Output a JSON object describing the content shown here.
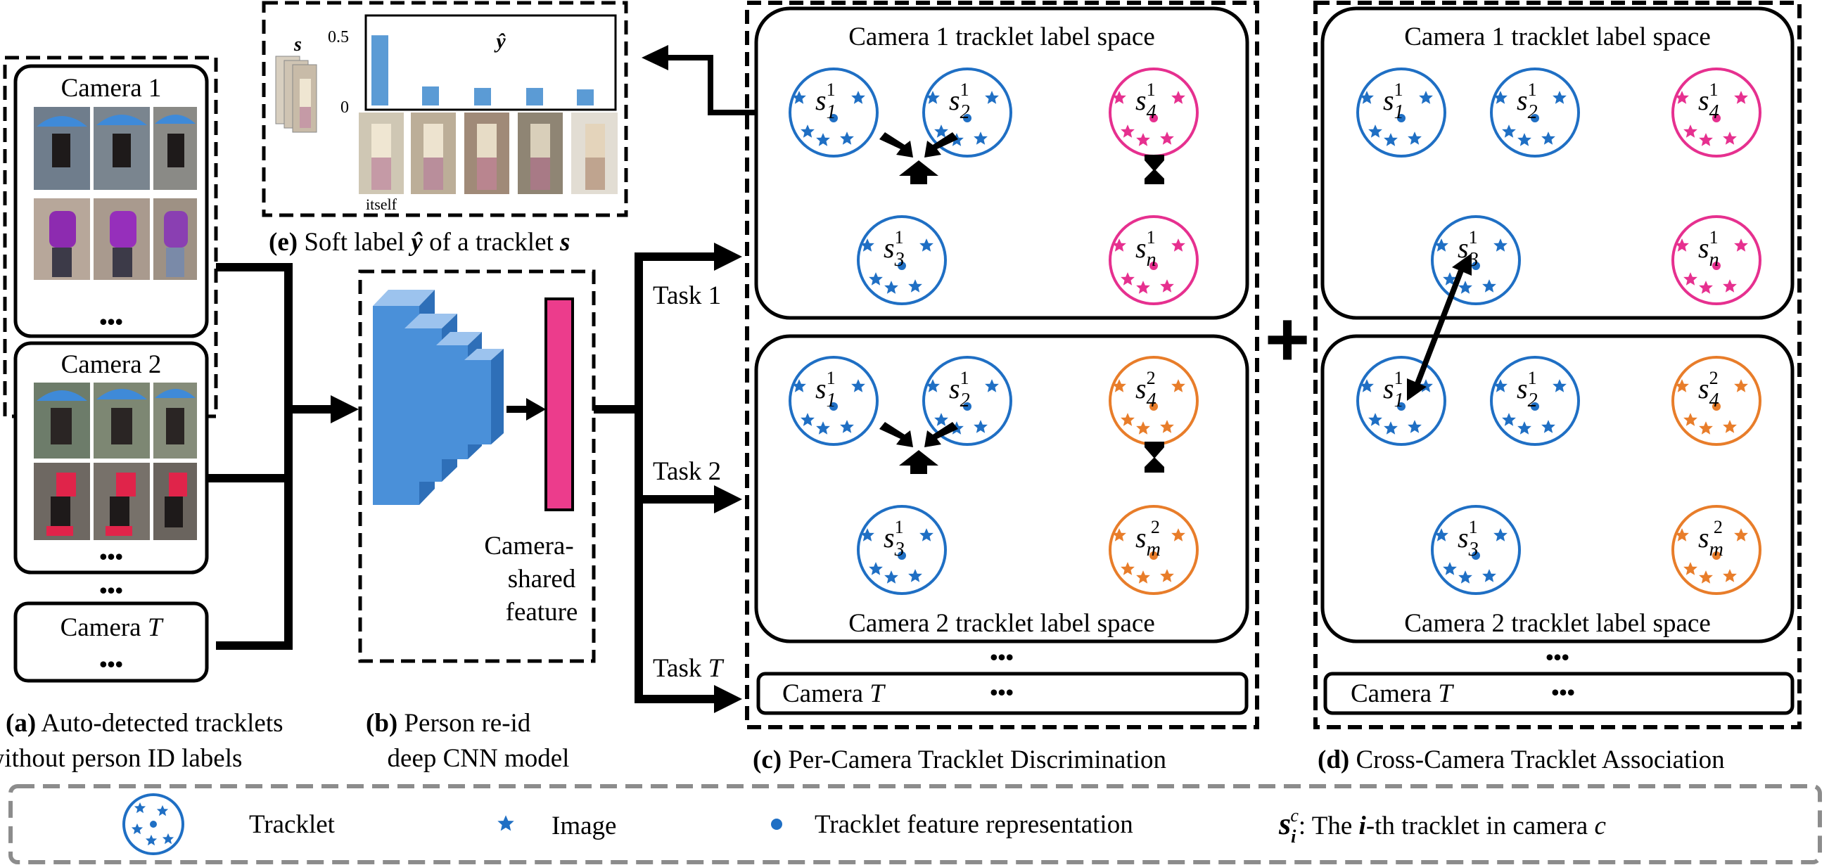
{
  "colors": {
    "blue": "#1f6fc4",
    "pink": "#e6308f",
    "orange": "#e87d2a",
    "bar": "#5b9bd5",
    "cnn": "#4a90d9",
    "feature": "#ec3c8c",
    "legend_border": "#8c8c8c"
  },
  "panel_a": {
    "groups": [
      {
        "title": "Camera 1",
        "dots": "•••"
      },
      {
        "title": "Camera 2",
        "dots": "•••"
      }
    ],
    "between_dots": "•••",
    "camera_t": {
      "prefix": "Camera ",
      "var": "T",
      "dots": "•••"
    },
    "caption_bold": "(a)",
    "caption_line1": " Auto-detected tracklets",
    "caption_line2": "without person ID labels"
  },
  "panel_b": {
    "feature_label": [
      "Camera-",
      "shared",
      "feature"
    ],
    "caption_bold": "(b)",
    "caption_line1": " Person re-id",
    "caption_line2": "deep CNN model"
  },
  "panel_e": {
    "s_label": "s",
    "yhat_label": "ŷ",
    "ytick_top": "0.5",
    "ytick_bottom": "0",
    "itself_label": "itself",
    "bar_values": [
      0.48,
      0.13,
      0.12,
      0.12,
      0.11
    ],
    "caption_bold": "(e)",
    "caption_text": " Soft label ",
    "caption_y": "ŷ",
    "caption_mid": " of a tracklet ",
    "caption_s": "s"
  },
  "tasks": [
    {
      "prefix": "Task ",
      "index": "1"
    },
    {
      "prefix": "Task ",
      "index": "2"
    },
    {
      "prefix": "Task ",
      "index": "T"
    }
  ],
  "panel_c": {
    "top_box_title": "Camera 1 tracklet label space",
    "bottom_box_title": "Camera 2 tracklet label space",
    "between_dots": "•••",
    "camera_t": {
      "prefix": "Camera ",
      "var": "T",
      "dots": "•••"
    },
    "caption_bold": "(c)",
    "caption_text": " Per-Camera Tracklet Discrimination"
  },
  "plus_sign": "+",
  "panel_d": {
    "top_box_title": "Camera 1 tracklet label space",
    "bottom_box_title": "Camera 2 tracklet label space",
    "between_dots": "•••",
    "camera_t": {
      "prefix": "Camera ",
      "var": "T",
      "dots": "•••"
    },
    "caption_bold": "(d)",
    "caption_text": " Cross-Camera Tracklet Association"
  },
  "tracklets": {
    "c_top": [
      {
        "sub": "1",
        "sup": "1",
        "color": "blue"
      },
      {
        "sub": "2",
        "sup": "1",
        "color": "blue"
      },
      {
        "sub": "4",
        "sup": "1",
        "color": "pink"
      },
      {
        "sub": "3",
        "sup": "1",
        "color": "blue"
      },
      {
        "sub": "n",
        "sup": "1",
        "color": "pink"
      }
    ],
    "c_bottom": [
      {
        "sub": "1",
        "sup": "1",
        "color": "blue"
      },
      {
        "sub": "2",
        "sup": "1",
        "color": "blue"
      },
      {
        "sub": "4",
        "sup": "2",
        "color": "orange"
      },
      {
        "sub": "3",
        "sup": "1",
        "color": "blue"
      },
      {
        "sub": "m",
        "sup": "2",
        "color": "orange"
      }
    ],
    "d_top": [
      {
        "sub": "1",
        "sup": "1",
        "color": "blue"
      },
      {
        "sub": "2",
        "sup": "1",
        "color": "blue"
      },
      {
        "sub": "4",
        "sup": "1",
        "color": "pink"
      },
      {
        "sub": "3",
        "sup": "1",
        "color": "blue"
      },
      {
        "sub": "n",
        "sup": "1",
        "color": "pink"
      }
    ],
    "d_bottom": [
      {
        "sub": "1",
        "sup": "1",
        "color": "blue"
      },
      {
        "sub": "2",
        "sup": "1",
        "color": "blue"
      },
      {
        "sub": "4",
        "sup": "2",
        "color": "orange"
      },
      {
        "sub": "3",
        "sup": "1",
        "color": "blue"
      },
      {
        "sub": "m",
        "sup": "2",
        "color": "orange"
      }
    ]
  },
  "legend": {
    "tracklet": "Tracklet",
    "image": "Image",
    "feature": "Tracklet feature representation",
    "notation_s": "s",
    "notation_sub": "i",
    "notation_sup": "c",
    "notation_colon": ":",
    "notation_pre": " The ",
    "notation_i": "i",
    "notation_post": "-th tracklet in camera ",
    "notation_c": "c"
  }
}
